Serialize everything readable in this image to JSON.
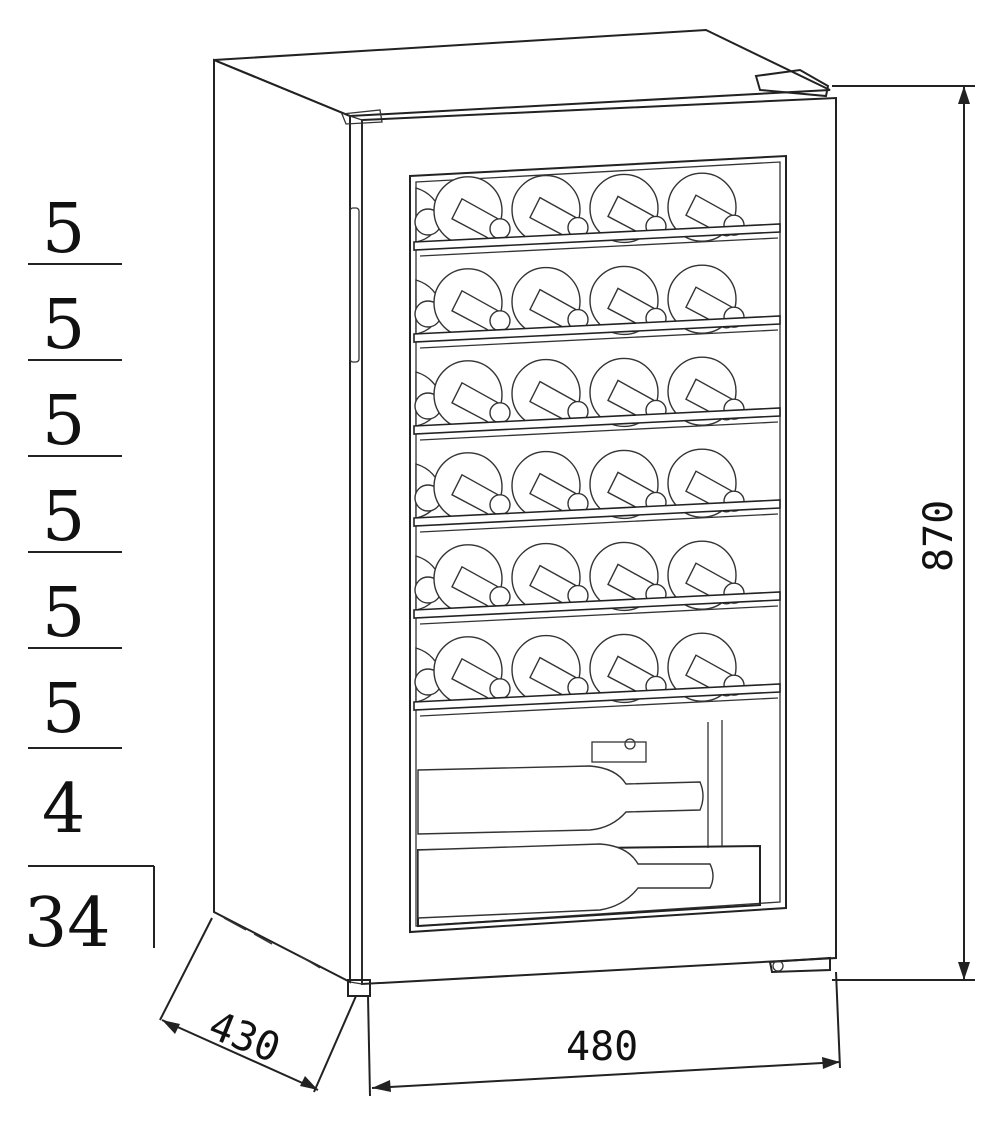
{
  "capacity_table": {
    "shelf_counts": [
      "5",
      "5",
      "5",
      "5",
      "5",
      "5"
    ],
    "bottom_count": "4",
    "total": "34"
  },
  "dimensions": {
    "height": "870",
    "width": "480",
    "depth": "430"
  },
  "colors": {
    "line": "#222222",
    "background": "#ffffff"
  }
}
